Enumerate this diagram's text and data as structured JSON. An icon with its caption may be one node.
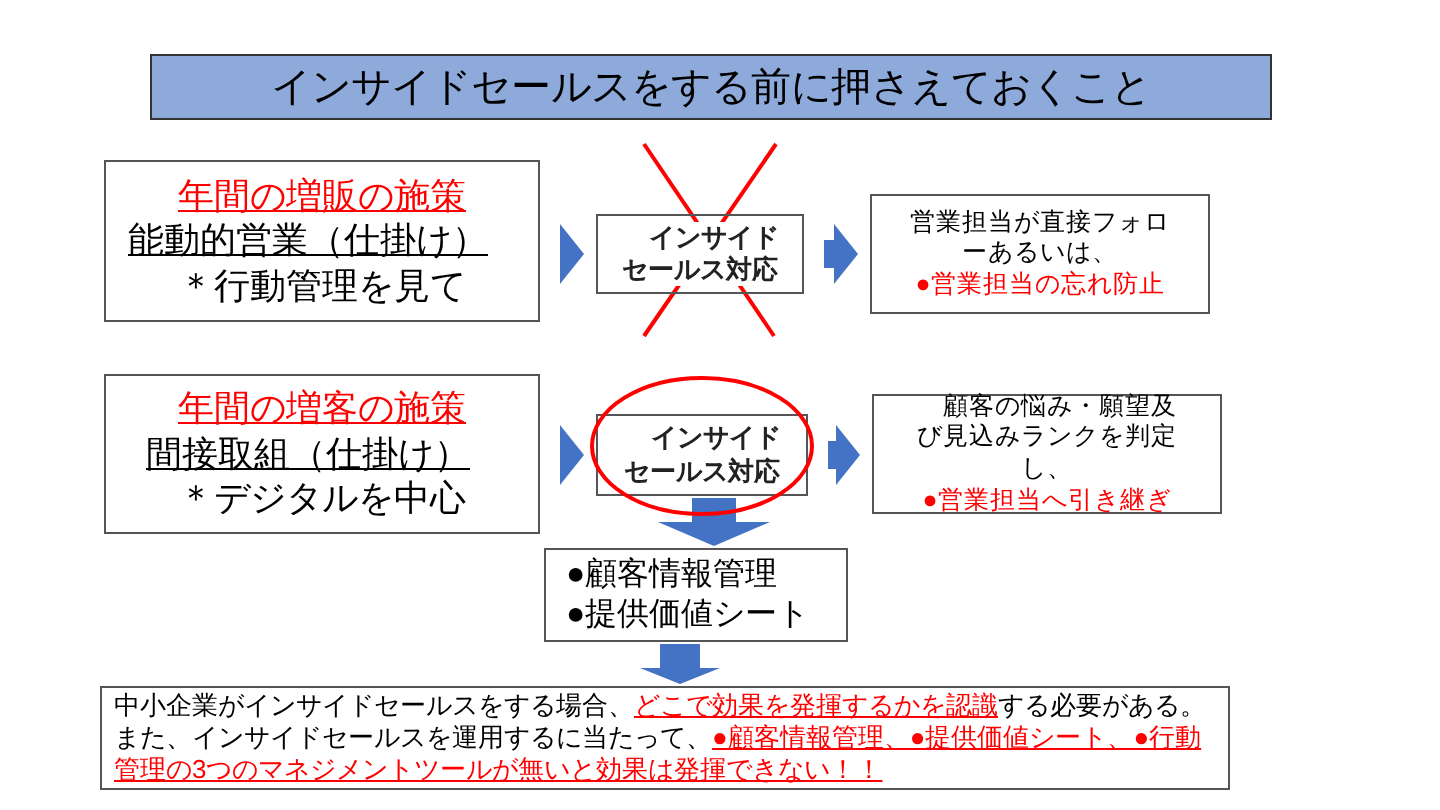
{
  "diagram": {
    "title": "インサイドセールスをする前に押さえておくこと",
    "nodes": [
      {
        "text": [
          "年間の増販の施策",
          "能動的営業（仕掛け）",
          "＊行動管理を見て"
        ]
      },
      {
        "text": [
          "インサイドセールス対応"
        ]
      },
      {
        "text": [
          "営業担当が直接フォローあるいは、",
          "●営業担当の忘れ防止"
        ]
      },
      {
        "text": [
          "年間の増客の施策",
          "間接取組（仕掛け）",
          "＊デジタルを中心"
        ]
      },
      {
        "text": [
          "インサイドセールス対応"
        ]
      },
      {
        "text": [
          "顧客の悩み・願望及び見込みランクを判定し、",
          "●営業担当へ引き継ぎ"
        ]
      },
      {
        "text": [
          "●顧客情報管理",
          "●提供価値シート"
        ]
      },
      {
        "text": [
          "中小企業がインサイドセールスをする場合、**どこで効果を発揮するかを認識**する必要がある。また、インサイドセールスを運用するに当たって、**●顧客情報管理、●提供価値シート、●行動管理の3つのマネジメントツールが無いと効果は発揮できない！！**"
        ]
      }
    ],
    "edges": [
      {
        "from": 0,
        "to": 1,
        "arrow": "to"
      },
      {
        "from": 1,
        "to": 2,
        "arrow": "to"
      },
      {
        "from": 3,
        "to": 4,
        "arrow": "to"
      },
      {
        "from": 4,
        "to": 5,
        "arrow": "to"
      },
      {
        "from": 4,
        "to": 6,
        "arrow": "to"
      },
      {
        "from": 6,
        "to": 7,
        "arrow": "to"
      }
    ]
  }
}
